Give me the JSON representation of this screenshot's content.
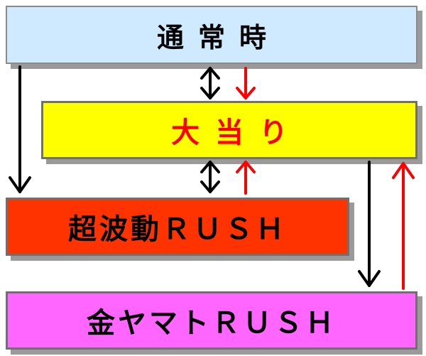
{
  "colors": {
    "normal_fill": "#cfe9ff",
    "jackpot_fill": "#ffff00",
    "jackpot_text": "#ff0000",
    "rush1_fill": "#ff3300",
    "rush2_fill": "#ff66ff",
    "arrow_black": "#000000",
    "arrow_red": "#ff0000"
  },
  "states": {
    "normal": "通常時",
    "jackpot": "大当り",
    "rush1": "超波動ＲＵＳＨ",
    "rush2": "金ヤマトＲＵＳＨ"
  }
}
